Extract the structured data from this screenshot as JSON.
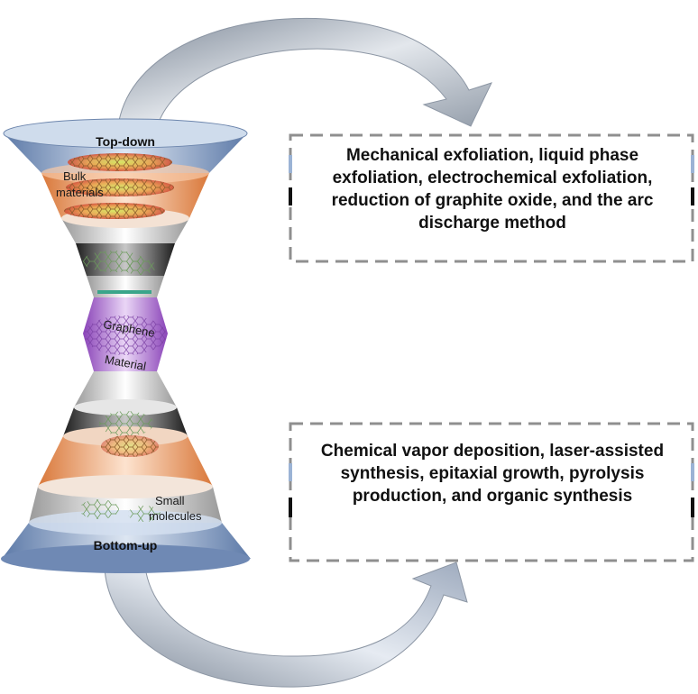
{
  "hourglass": {
    "top_label": "Top-down",
    "bulk_label_line1": "Bulk",
    "bulk_label_line2": "materials",
    "graphene_label_line1": "Graphene",
    "graphene_label_line2": "Material",
    "small_label_line1": "Small",
    "small_label_line2": "molecules",
    "bottom_label": "Bottom-up"
  },
  "top_box": {
    "text": "Mechanical exfoliation, liquid phase exfoliation, electrochemical exfoliation, reduction of graphite oxide, and the arc discharge method"
  },
  "bottom_box": {
    "text": "Chemical vapor deposition, laser-assisted synthesis, epitaxial growth, pyrolysis production, and organic synthesis"
  },
  "colors": {
    "blue_rim": "#7f9bc3",
    "orange_band": "#f2a36e",
    "purple_band": "#b57bd6",
    "dark_band": "#3a3a3a",
    "arrow": "#9aa3b0"
  }
}
